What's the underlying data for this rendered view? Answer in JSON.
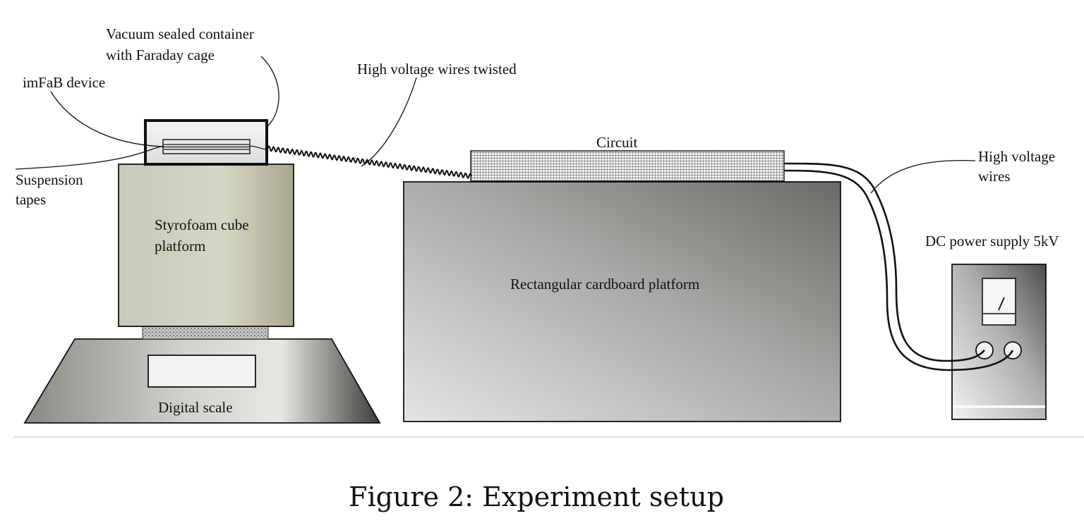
{
  "labels": {
    "vacuum_container_line1": "Vacuum sealed container",
    "vacuum_container_line2": "with Faraday cage",
    "imfab_device": "imFaB device",
    "suspension_tapes_line1": "Suspension",
    "suspension_tapes_line2": "tapes",
    "hv_twisted": "High voltage wires twisted",
    "circuit": "Circuit",
    "hv_wires_line1": "High voltage",
    "hv_wires_line2": "wires",
    "power_supply": "DC power supply 5kV",
    "styrofoam_line1": "Styrofoam cube",
    "styrofoam_line2": "platform",
    "cardboard": "Rectangular cardboard platform",
    "digital_scale": "Digital scale"
  },
  "caption": "Figure 2: Experiment setup"
}
